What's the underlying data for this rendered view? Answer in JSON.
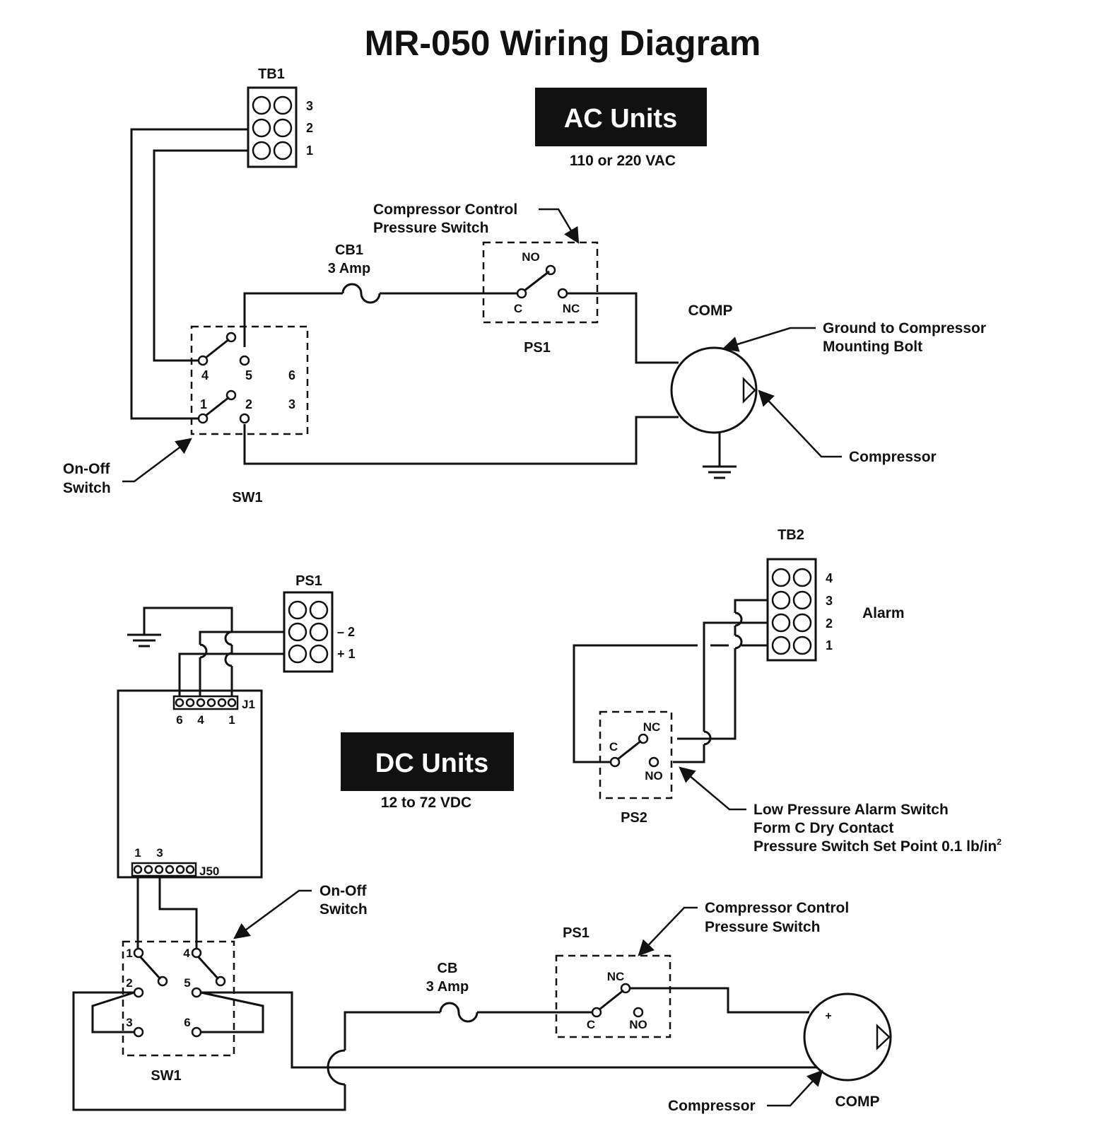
{
  "title": "MR-050 Wiring Diagram",
  "ac": {
    "header": "AC Units",
    "voltage": "110 or 220 VAC",
    "tb1": {
      "label": "TB1",
      "pins": [
        "3",
        "2",
        "1"
      ]
    },
    "cb1": {
      "label": "CB1",
      "rating": "3 Amp"
    },
    "ps1": {
      "callout_line1": "Compressor Control",
      "callout_line2": "Pressure Switch",
      "label": "PS1",
      "no": "NO",
      "c": "C",
      "nc": "NC"
    },
    "comp": {
      "label": "COMP",
      "compressor_callout": "Compressor"
    },
    "ground_callout_line1": "Ground to Compressor",
    "ground_callout_line2": "Mounting Bolt",
    "sw1": {
      "label": "SW1",
      "pins": [
        "4",
        "5",
        "6",
        "1",
        "2",
        "3"
      ],
      "callout_line1": "On-Off",
      "callout_line2": "Switch"
    }
  },
  "dc": {
    "header": "DC Units",
    "voltage": "12 to 72 VDC",
    "ps1_terminal": {
      "label": "PS1",
      "minus": "– 2",
      "plus": "+ 1"
    },
    "j1": {
      "label": "J1",
      "pins": [
        "6",
        "4",
        "1"
      ]
    },
    "j50": {
      "label": "J50",
      "pins": [
        "1",
        "3"
      ]
    },
    "tb2": {
      "label": "TB2",
      "pins": [
        "4",
        "3",
        "2",
        "1"
      ],
      "alarm": "Alarm"
    },
    "ps2": {
      "label": "PS2",
      "nc": "NC",
      "c": "C",
      "no": "NO",
      "callout_line1": "Low Pressure Alarm Switch",
      "callout_line2": "Form C Dry Contact",
      "callout_line3": "Pressure Switch Set Point 0.1 lb/in",
      "callout_sup": "2"
    },
    "sw1": {
      "label": "SW1",
      "pins": [
        "1",
        "4",
        "2",
        "5",
        "3",
        "6"
      ],
      "callout_line1": "On-Off",
      "callout_line2": "Switch"
    },
    "cb": {
      "label": "CB",
      "rating": "3 Amp"
    },
    "ps1": {
      "label": "PS1",
      "callout_line1": "Compressor Control",
      "callout_line2": "Pressure Switch",
      "nc": "NC",
      "c": "C",
      "no": "NO"
    },
    "comp": {
      "label": "COMP",
      "compressor_callout": "Compressor",
      "plus": "+"
    }
  }
}
